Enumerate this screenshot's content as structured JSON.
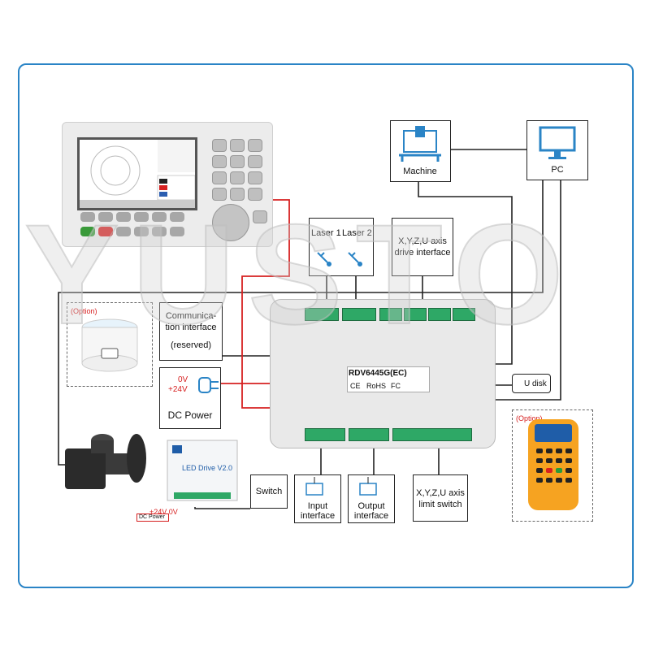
{
  "watermark": "YUSTO",
  "machine": {
    "label": "Machine"
  },
  "pc": {
    "label": "PC"
  },
  "lasers": {
    "laser1": "Laser 1",
    "laser2": "Laser 2"
  },
  "axis_drive": {
    "line1": "X,Y,Z,U axis",
    "line2": "drive interface"
  },
  "comm": {
    "line1": "Communica-",
    "line2": "tion interface",
    "line3": "(reserved)"
  },
  "power": {
    "v0": "0V",
    "v24": "+24V",
    "label": "DC Power"
  },
  "board": {
    "model": "RDV6445G(EC)",
    "ce": "CE",
    "rohs": "RoHS",
    "fc": "FC"
  },
  "udisk": {
    "label": "U disk"
  },
  "switch": {
    "label": "Switch"
  },
  "input": {
    "line1": "Input",
    "line2": "interface"
  },
  "output": {
    "line1": "Output",
    "line2": "interface"
  },
  "limit": {
    "line1": "X,Y,Z,U axis",
    "line2": "limit switch"
  },
  "led_drive": {
    "title": "LED Drive V2.0",
    "power_label": "DC Power",
    "power_v": "+24V 0V"
  },
  "option_tag": "(Option)",
  "colors": {
    "frame": "#2a84c6",
    "wire_red": "#d62020",
    "wire_black": "#222222",
    "connector_green": "#2ea866",
    "handheld_orange": "#f6a321"
  }
}
